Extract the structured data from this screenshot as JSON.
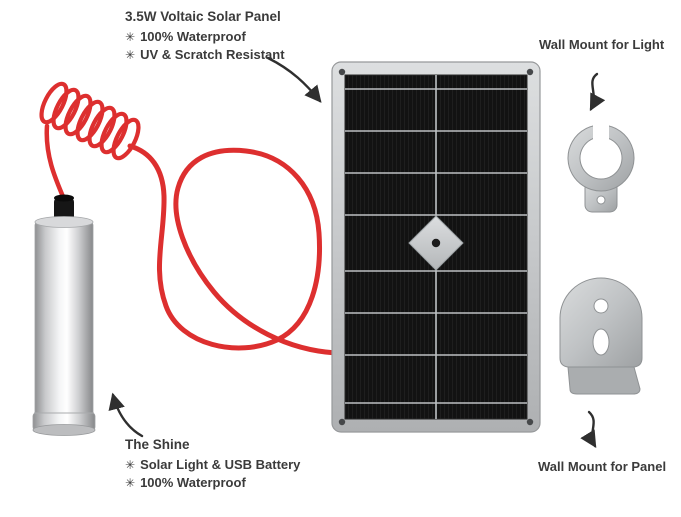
{
  "annotations": {
    "solar_panel": {
      "title": "3.5W Voltaic Solar Panel",
      "bullet_icon": "✳",
      "bullets": [
        "100% Waterproof",
        "UV & Scratch Resistant"
      ]
    },
    "shine": {
      "title": "The Shine",
      "bullet_icon": "✳",
      "bullets": [
        "Solar Light & USB Battery",
        "100% Waterproof"
      ]
    },
    "wall_mount_light": {
      "label": "Wall Mount for Light"
    },
    "wall_mount_panel": {
      "label": "Wall Mount for Panel"
    }
  },
  "colors": {
    "background": "#ffffff",
    "text": "#3b3b3b",
    "cable_red": "#dd2f2f",
    "panel_frame_silver": "#c9cbcd",
    "panel_cell_black": "#121212",
    "metal_silver": "#b9bcbe",
    "arrow": "#2f2f2f"
  }
}
